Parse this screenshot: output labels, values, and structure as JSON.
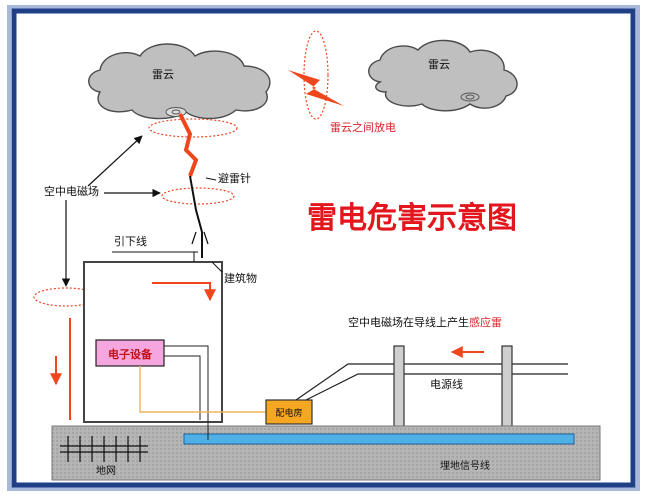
{
  "title": "雷电危害示意图",
  "labels": {
    "cloud_left": "雷云",
    "cloud_right": "雷云",
    "cloud_discharge": "雷云之间放电",
    "air_em_field": "空中电磁场",
    "lightning_rod": "避雷针",
    "down_conductor": "引下线",
    "building": "建筑物",
    "induced_lightning_prefix": "空中电磁场在导线上产生",
    "induced_lightning_highlight": "感应雷",
    "electronic_device": "电子设备",
    "distribution_box": "配电房",
    "power_line": "电源线",
    "ground_grid": "地网",
    "buried_signal_line": "埋地信号线"
  },
  "colors": {
    "frame_outer": "#1f3f86",
    "frame_inner": "#a9b9dc",
    "title_red": "#e2161c",
    "arrow_red": "#f0461e",
    "accent_red": "#d9232a",
    "cloud_fill": "#bfbfbf",
    "cloud_stroke": "#4a4a4a",
    "ground_fill": "#b5b5b5",
    "signal_line_fill": "#4fb0e6",
    "device_fill": "#f6a6df",
    "box_fill": "#f5a623",
    "wire_orange": "#f2b25a"
  }
}
